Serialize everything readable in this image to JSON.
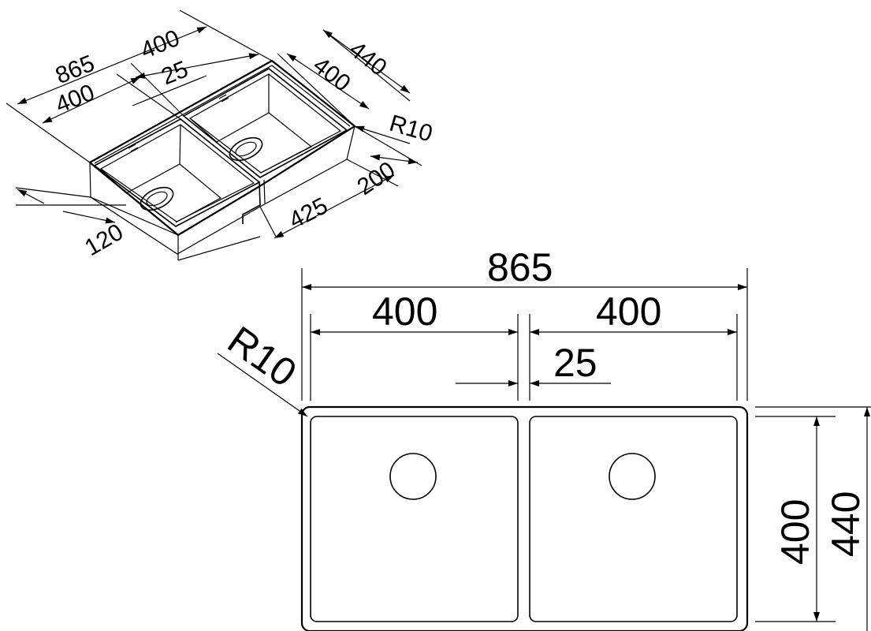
{
  "iso_view": {
    "dim_overall_length": "865",
    "dim_left_bowl_width": "400",
    "dim_right_bowl_width_top": "400",
    "dim_divider_width": "25",
    "dim_overall_depth": "440",
    "dim_bowl_depth": "400",
    "dim_corner_radius": "R10",
    "dim_height": "200",
    "dim_right_bowl_front": "425",
    "dim_front_height": "120"
  },
  "plan_view": {
    "dim_overall_length": "865",
    "dim_left_bowl_width": "400",
    "dim_right_bowl_width": "400",
    "dim_divider_width": "25",
    "dim_corner_radius": "R10",
    "dim_bowl_depth": "400",
    "dim_overall_depth": "440"
  },
  "colors": {
    "line": "#000000",
    "background": "#ffffff"
  }
}
